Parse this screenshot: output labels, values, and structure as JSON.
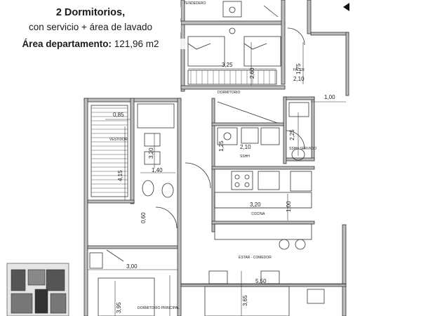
{
  "header": {
    "title": "2 Dormitorios,",
    "subtitle": "con servicio + área de lavado",
    "area_label": "Área departamento:",
    "area_value": "121,96 m2"
  },
  "rooms": {
    "tendedero": "TENDEDERO",
    "dormitorio": "DORMITORIO",
    "faler": "FALER",
    "vestidor": "VESTIDOR",
    "sshh": "SSHH",
    "sshh_servicio": "SSHH SERVICIO",
    "cocina": "COCINA",
    "estar_comedor": "ESTAR - COMEDOR",
    "dormitorio_principal": "DORMITORIO PRINCIPAL"
  },
  "dimensions": {
    "d325": "3,25",
    "d260": "2,60",
    "d175": "1,75",
    "d210a": "2,10",
    "d100a": "1,00",
    "d085": "0,85",
    "d320": "3,20",
    "d415": "4,15",
    "d140": "1,40",
    "d060": "0,60",
    "d210b": "2,10",
    "d225": "2,25",
    "d320b": "3,20",
    "d100b": "1,00",
    "d300": "3,00",
    "d550": "5,50",
    "d395": "3,95",
    "d365": "3,65",
    "d125": "1,25"
  },
  "icons": {
    "nav": "play-left-icon"
  }
}
